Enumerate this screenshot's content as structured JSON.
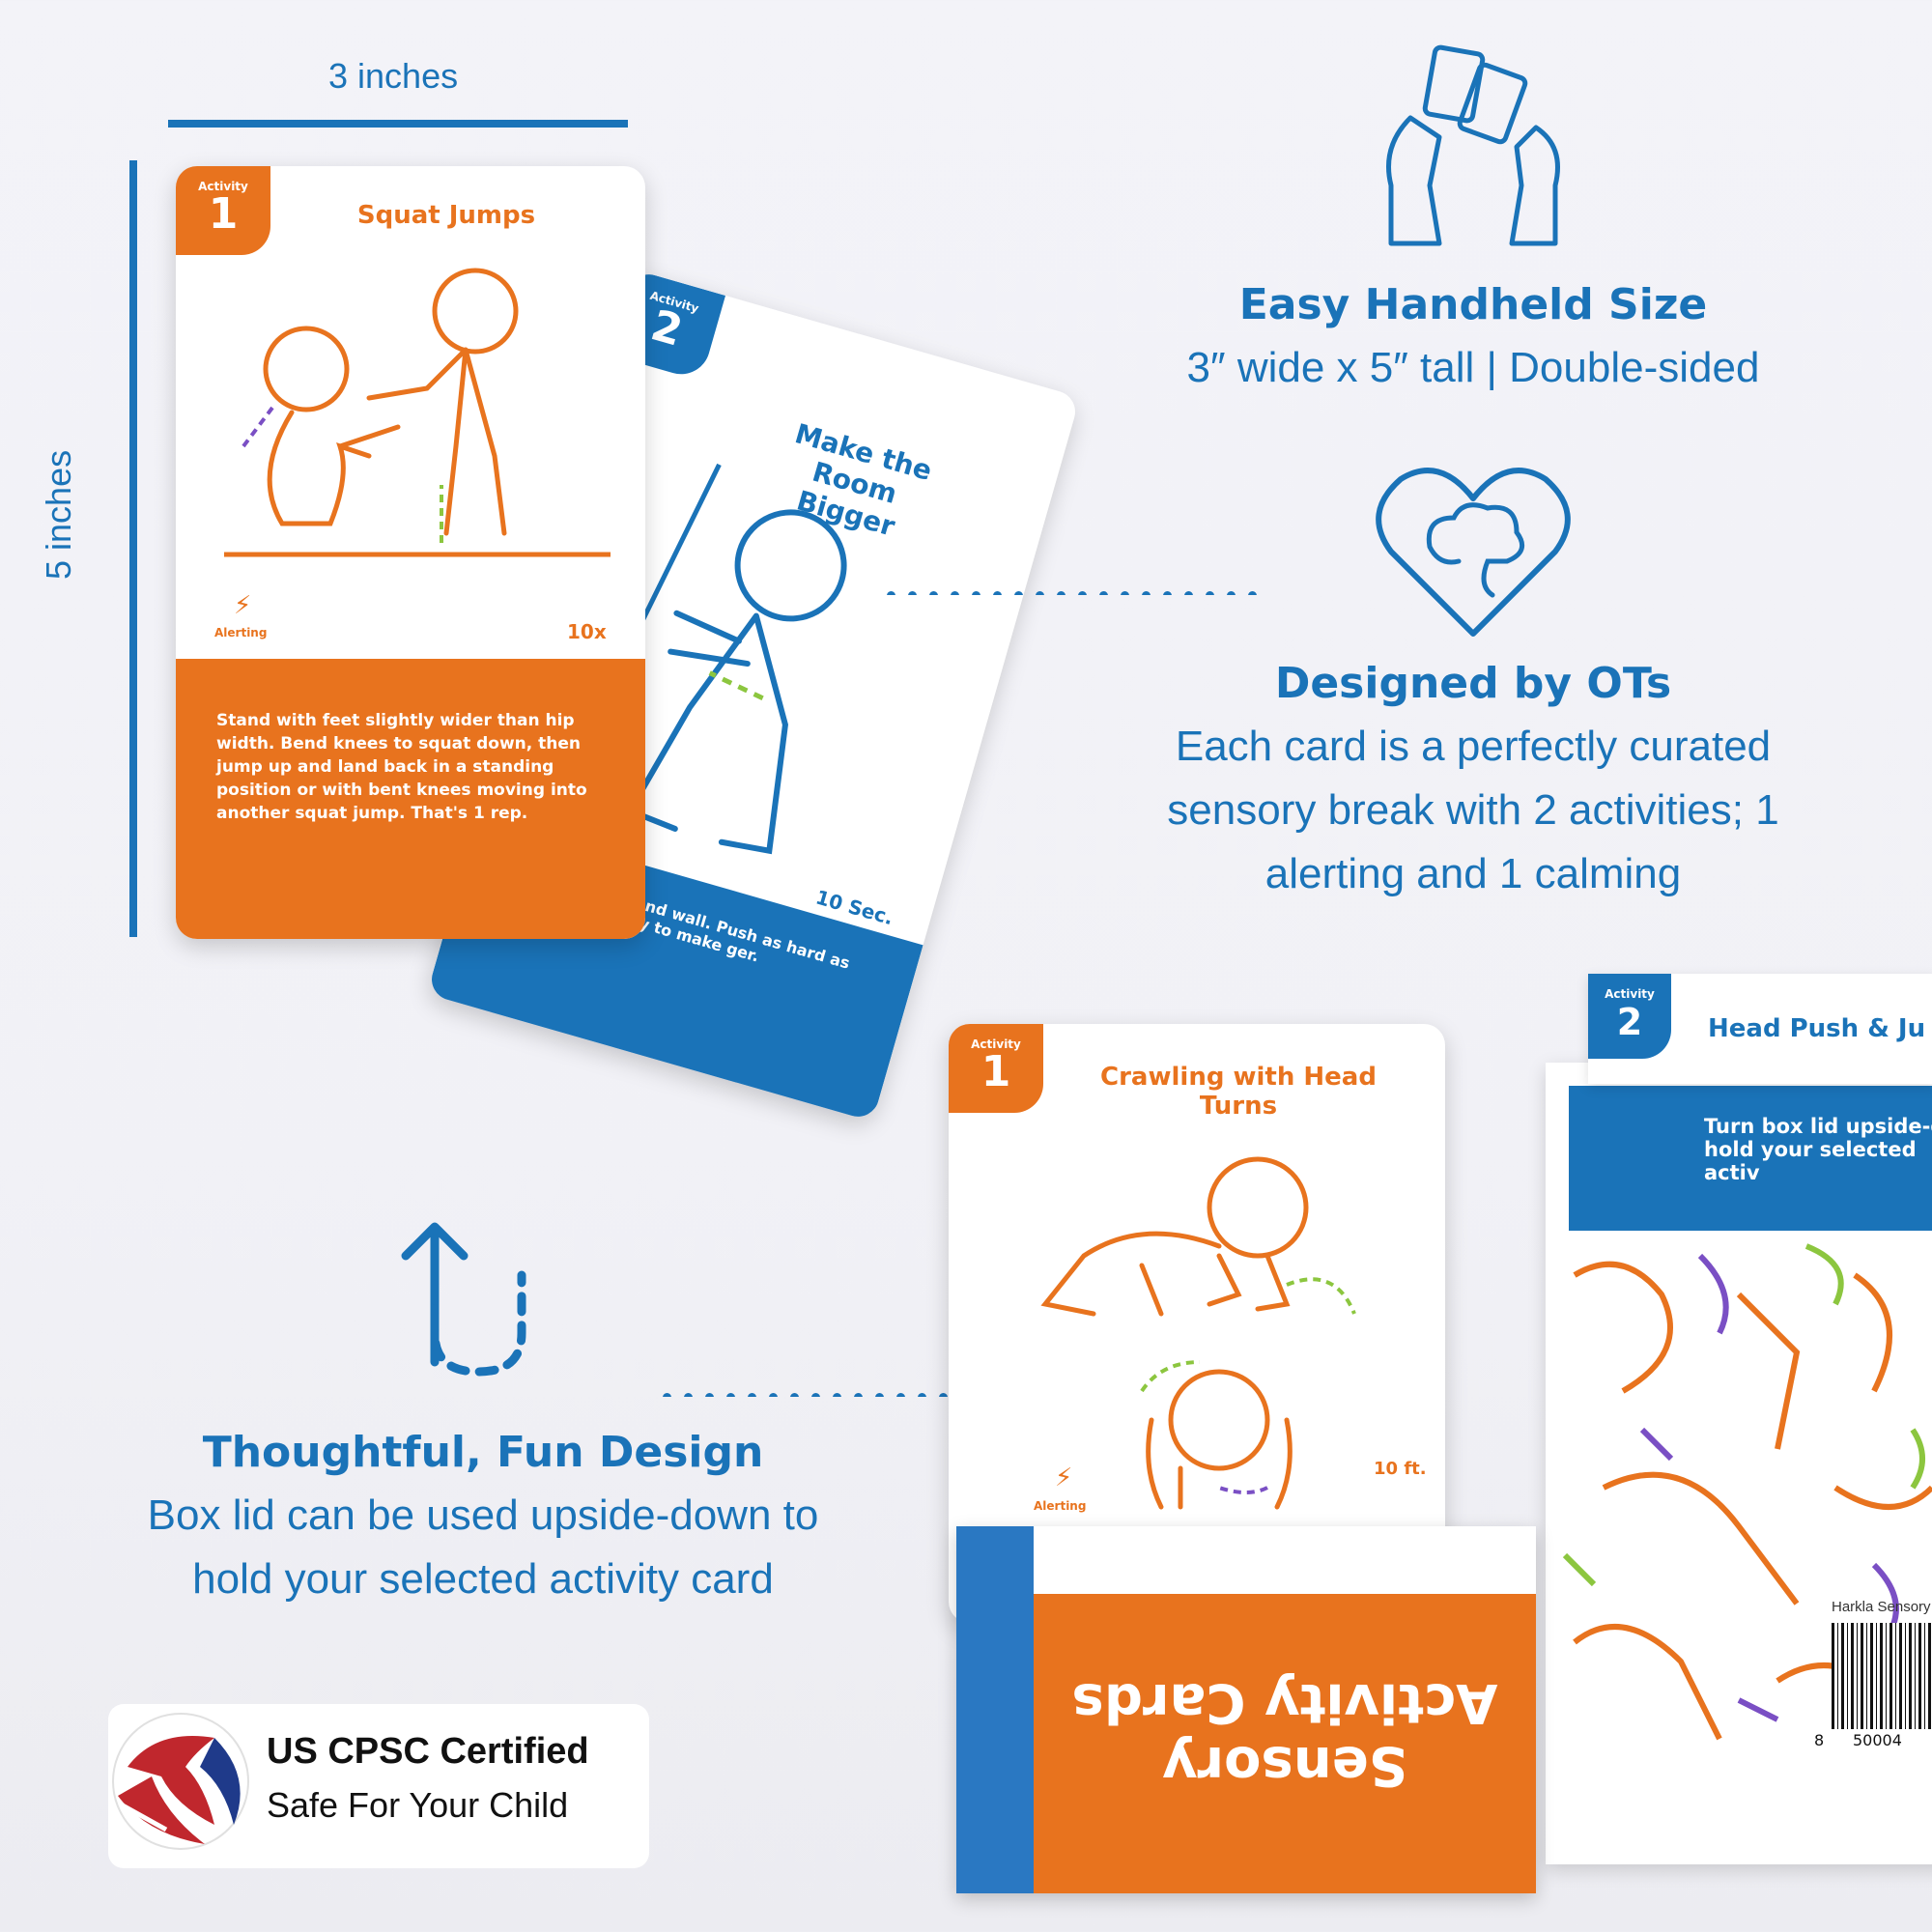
{
  "dimensions": {
    "width_label": "3 inches",
    "height_label": "5 inches"
  },
  "card1": {
    "badge_small": "Activity",
    "badge_num": "1",
    "title": "Squat Jumps",
    "type_label": "Alerting",
    "reps": "10x",
    "body": "Stand with feet slightly wider than hip width. Bend knees to squat down, then jump up and land back in a standing position or with bent knees moving into another squat jump. That's 1 rep."
  },
  "card2": {
    "badge_small": "Activity",
    "badge_num": "2",
    "title": "Make the Room Bigger",
    "time": "10 Sec.",
    "body": "y from the wall and wall. Push as hard as ush the wall away to make ger."
  },
  "card3": {
    "badge_small": "Activity",
    "badge_num": "1",
    "title": "Crawling with Head Turns",
    "type_label": "Alerting",
    "distance": "10 ft."
  },
  "box": {
    "front_text": "Sensory Activity Cards",
    "lid_badge_small": "Activity",
    "lid_badge_num": "2",
    "lid_title": "Head Push & Ju",
    "lid_hint": "Turn box lid upside-d hold your selected activ",
    "brand": "Harkla Sensory",
    "barcode_left": "8",
    "barcode_num": "50004"
  },
  "features": [
    {
      "icon": "hands-holding-cards-icon",
      "title": "Easy Handheld Size",
      "text": "3″ wide x 5″ tall | Double-sided"
    },
    {
      "icon": "heart-brain-icon",
      "title": "Designed by OTs",
      "text": "Each card is a perfectly curated sensory break with 2 activities; 1 alerting and 1 calming"
    },
    {
      "icon": "flip-arrow-icon",
      "title": "Thoughtful, Fun Design",
      "text": "Box lid can be used upside-down to hold your selected activity card"
    }
  ],
  "certification": {
    "title": "US CPSC Certified",
    "subtitle": "Safe For Your Child"
  },
  "colors": {
    "accent_blue": "#1a73b8",
    "accent_orange": "#e8731e",
    "green": "#8cc63f",
    "purple": "#7a4fc4"
  }
}
